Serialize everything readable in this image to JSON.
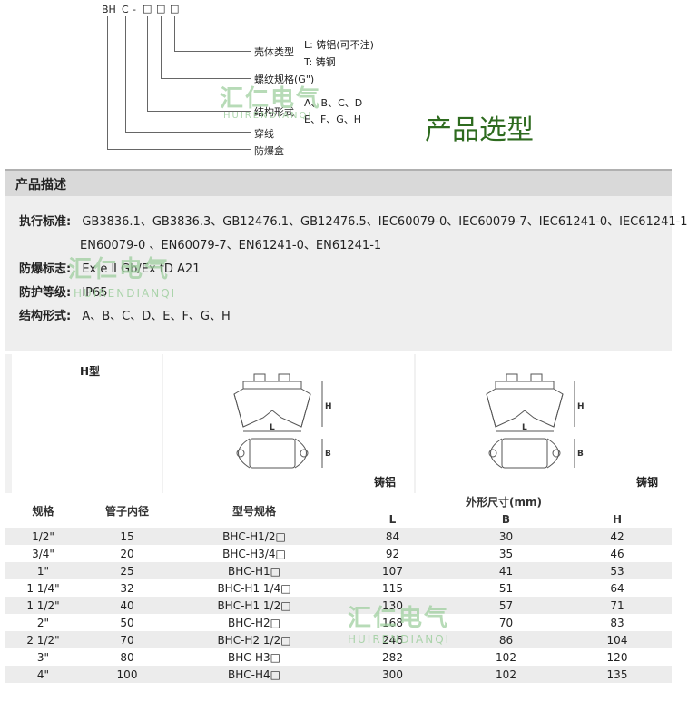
{
  "selection": {
    "code_prefix": "BH",
    "code_c": "C",
    "code_dash": "-",
    "boxes": [
      "□",
      "□",
      "□"
    ],
    "items": [
      {
        "label": "壳体类型",
        "values": [
          "L: 铸铝(可不注)",
          "T: 铸钢"
        ]
      },
      {
        "label": "螺纹规格(G\")",
        "values": []
      },
      {
        "label": "结构形式",
        "values": [
          "A、B、C、D",
          "E、F、G、H"
        ]
      },
      {
        "label": "穿线",
        "values": []
      },
      {
        "label": "防爆盒",
        "values": []
      }
    ],
    "title": "产品选型"
  },
  "watermark": {
    "cn": "汇仁电气",
    "en": "HUIRENDIANQI"
  },
  "description": {
    "header": "产品描述",
    "rows": [
      {
        "label": "执行标准:",
        "value": "GB3836.1、GB3836.3、GB12476.1、GB12476.5、IEC60079-0、IEC60079-7、IEC61241-0、IEC61241-1"
      },
      {
        "label": "",
        "value": "EN60079-0 、EN60079-7、EN61241-0、EN61241-1"
      },
      {
        "label": "防爆标志:",
        "value": "Ex e Ⅱ Gb/Ex tD A21"
      },
      {
        "label": "防护等级:",
        "value": "IP65"
      },
      {
        "label": "结构形式:",
        "value": "A、B、C、D、E、F、G、H"
      }
    ]
  },
  "figures": {
    "type_label": "H型",
    "left_caption": "铸铝",
    "right_caption": "铸钢",
    "dim_labels": {
      "h": "H",
      "l": "L",
      "b": "B"
    }
  },
  "table": {
    "headers": [
      "规格",
      "管子内径",
      "型号规格",
      "外形尺寸(mm)"
    ],
    "dim_headers": [
      "L",
      "B",
      "H"
    ],
    "rows": [
      [
        "1/2\"",
        "15",
        "BHC-H1/2□",
        "84",
        "30",
        "42"
      ],
      [
        "3/4\"",
        "20",
        "BHC-H3/4□",
        "92",
        "35",
        "46"
      ],
      [
        "1\"",
        "25",
        "BHC-H1□",
        "107",
        "41",
        "53"
      ],
      [
        "1 1/4\"",
        "32",
        "BHC-H1 1/4□",
        "115",
        "51",
        "64"
      ],
      [
        "1 1/2\"",
        "40",
        "BHC-H1 1/2□",
        "130",
        "57",
        "71"
      ],
      [
        "2\"",
        "50",
        "BHC-H2□",
        "168",
        "70",
        "83"
      ],
      [
        "2 1/2\"",
        "70",
        "BHC-H2 1/2□",
        "246",
        "86",
        "104"
      ],
      [
        "3\"",
        "80",
        "BHC-H3□",
        "282",
        "102",
        "120"
      ],
      [
        "4\"",
        "100",
        "BHC-H4□",
        "300",
        "102",
        "135"
      ]
    ]
  }
}
